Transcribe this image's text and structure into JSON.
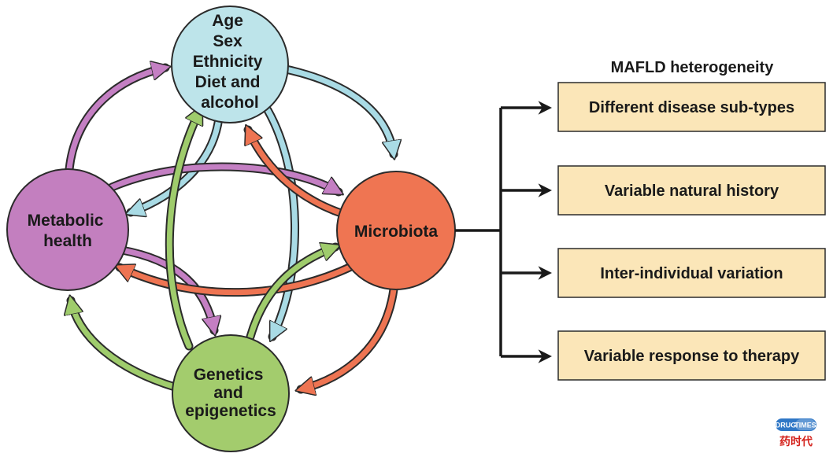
{
  "colors": {
    "age_node": "#bde4ea",
    "metabolic_node": "#c37fbf",
    "microbiota_node": "#ef7552",
    "genetics_node": "#a3cc6d",
    "arrow_blue": "#a9dbe5",
    "arrow_purple": "#c47fc3",
    "arrow_orange": "#ee7452",
    "arrow_green": "#9fcc6c",
    "outcome_box": "#fbe6b8",
    "outline": "#2b2b2b",
    "watermark_badge": "#2f77c6",
    "watermark_text": "#d4231d"
  },
  "nodes": {
    "age": {
      "lines": [
        "Age",
        "Sex",
        "Ethnicity",
        "Diet and",
        "alcohol"
      ]
    },
    "metabolic": {
      "lines": [
        "Metabolic",
        "health"
      ]
    },
    "microbiota": {
      "lines": [
        "Microbiota"
      ]
    },
    "genetics": {
      "lines": [
        "Genetics",
        "and",
        "epigenetics"
      ]
    }
  },
  "heterogeneity": {
    "heading": "MAFLD heterogeneity",
    "boxes": [
      "Different disease sub-types",
      "Variable natural history",
      "Inter-individual variation",
      "Variable response to therapy"
    ]
  },
  "watermark": {
    "badge_left": "DRUG",
    "badge_right": "TIMES",
    "chinese": "药时代"
  }
}
